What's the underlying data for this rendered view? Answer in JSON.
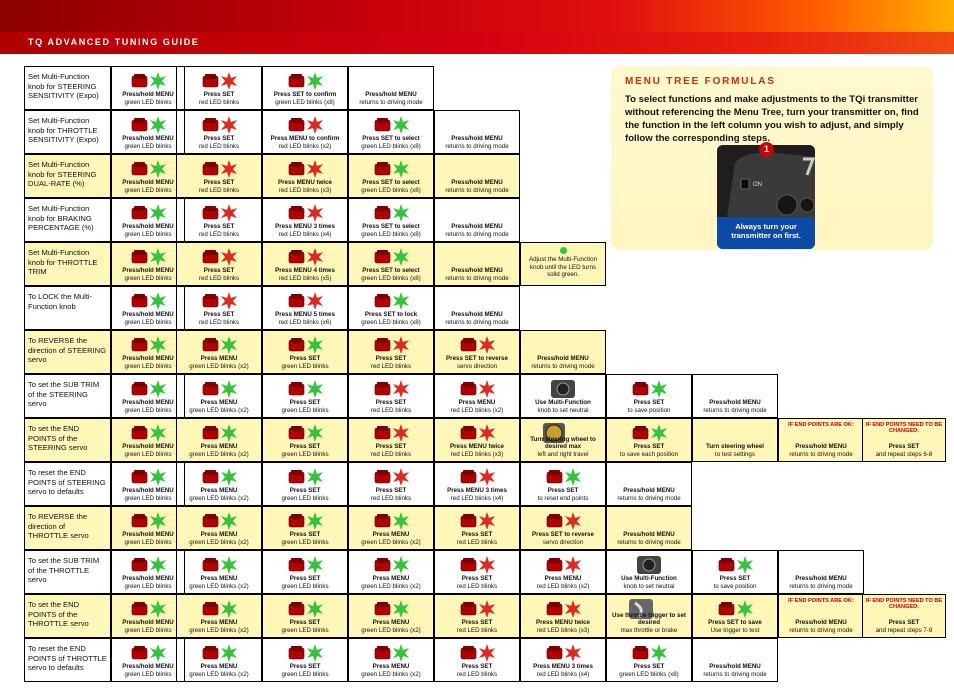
{
  "header": {
    "title": "TQ ADVANCED TUNING GUIDE"
  },
  "panel": {
    "title": "MENU TREE FORMULAS",
    "text": "To select functions and make adjustments to the TQi transmitter without referencing the Menu Tree, turn your transmitter on, find the function in the left column you wish to adjust, and simply follow the corresponding steps.",
    "step_number": "1",
    "photo_caption": "Always turn your transmitter on first.",
    "photo_label": "ON"
  },
  "colors": {
    "led_green": "#33c63a",
    "led_red": "#e02a20",
    "highlight": "#fff7b8",
    "accent": "#d22a0a"
  },
  "rows": [
    {
      "label": "Set Multi-Function knob for STEERING SENSITIVITY (Expo)",
      "yellow": false,
      "cells": [
        {
          "t1": "Press/hold MENU",
          "t2": "green LED blinks",
          "icon": "green"
        },
        {
          "t1": "Press SET",
          "t2": "red LED blinks",
          "icon": "red"
        },
        {
          "t1": "Press SET to confirm",
          "t2": "green LED blinks (x8)",
          "icon": "green"
        },
        {
          "t1": "Press/hold MENU",
          "t2": "returns to driving mode",
          "icon": "none"
        }
      ]
    },
    {
      "label": "Set Multi-Function knob for THROTTLE SENSITIVITY (Expo)",
      "yellow": false,
      "cells": [
        {
          "t1": "Press/hold MENU",
          "t2": "green LED blinks",
          "icon": "green"
        },
        {
          "t1": "Press SET",
          "t2": "red LED blinks",
          "icon": "red"
        },
        {
          "t1": "Press MENU to confirm",
          "t2": "red LED blinks (x2)",
          "icon": "red"
        },
        {
          "t1": "Press SET to select",
          "t2": "green LED blinks (x8)",
          "icon": "green"
        },
        {
          "t1": "Press/hold MENU",
          "t2": "returns to driving mode",
          "icon": "none"
        }
      ]
    },
    {
      "label": "Set Multi-Function knob for STEERING DUAL-RATE (%)",
      "yellow": true,
      "cells": [
        {
          "t1": "Press/hold MENU",
          "t2": "green LED blinks",
          "icon": "green"
        },
        {
          "t1": "Press SET",
          "t2": "red LED blinks",
          "icon": "red"
        },
        {
          "t1": "Press MENU twice",
          "t2": "red LED blinks (x3)",
          "icon": "red"
        },
        {
          "t1": "Press SET to select",
          "t2": "green LED blinks (x8)",
          "icon": "green"
        },
        {
          "t1": "Press/hold MENU",
          "t2": "returns to driving mode",
          "icon": "none"
        }
      ]
    },
    {
      "label": "Set Multi-Function knob for BRAKING PERCENTAGE (%)",
      "yellow": false,
      "cells": [
        {
          "t1": "Press/hold MENU",
          "t2": "green LED blinks",
          "icon": "green"
        },
        {
          "t1": "Press SET",
          "t2": "red LED blinks",
          "icon": "red"
        },
        {
          "t1": "Press MENU 3 times",
          "t2": "red LED blinks (x4)",
          "icon": "red"
        },
        {
          "t1": "Press SET to select",
          "t2": "green LED blinks (x8)",
          "icon": "green"
        },
        {
          "t1": "Press/hold MENU",
          "t2": "returns to driving mode",
          "icon": "none"
        }
      ]
    },
    {
      "label": "Set Multi-Function knob for THROTTLE TRIM",
      "yellow": true,
      "cells": [
        {
          "t1": "Press/hold MENU",
          "t2": "green LED blinks",
          "icon": "green"
        },
        {
          "t1": "Press SET",
          "t2": "red LED blinks",
          "icon": "red"
        },
        {
          "t1": "Press MENU 4 times",
          "t2": "red LED blinks (x5)",
          "icon": "red"
        },
        {
          "t1": "Press SET to select",
          "t2": "green LED blinks (x8)",
          "icon": "green"
        },
        {
          "t1": "Press/hold MENU",
          "t2": "returns to driving mode",
          "icon": "none"
        },
        {
          "note": "Adjust the Multi-Function knob until the LED turns solid green.",
          "icon": "dot"
        }
      ]
    },
    {
      "label": "To LOCK the Multi-Function knob",
      "yellow": false,
      "cells": [
        {
          "t1": "Press/hold MENU",
          "t2": "green LED blinks",
          "icon": "green"
        },
        {
          "t1": "Press SET",
          "t2": "red LED blinks",
          "icon": "red"
        },
        {
          "t1": "Press MENU 5 times",
          "t2": "red LED blinks (x6)",
          "icon": "red"
        },
        {
          "t1": "Press SET to lock",
          "t2": "green LED blinks (x8)",
          "icon": "green"
        },
        {
          "t1": "Press/hold MENU",
          "t2": "returns to driving mode",
          "icon": "none"
        }
      ]
    },
    {
      "label": "To REVERSE the direction of STEERING servo",
      "yellow": true,
      "cells": [
        {
          "t1": "Press/hold MENU",
          "t2": "green LED blinks",
          "icon": "green"
        },
        {
          "t1": "Press MENU",
          "t2": "green LED blinks (x2)",
          "icon": "green"
        },
        {
          "t1": "Press SET",
          "t2": "green LED blinks",
          "icon": "green"
        },
        {
          "t1": "Press SET",
          "t2": "red LED blinks",
          "icon": "red"
        },
        {
          "t1": "Press SET to reverse",
          "t2": "servo direction",
          "icon": "red"
        },
        {
          "t1": "Press/hold MENU",
          "t2": "returns to driving mode",
          "icon": "none"
        }
      ]
    },
    {
      "label": "To set the SUB TRIM of the STEERING servo",
      "yellow": false,
      "cells": [
        {
          "t1": "Press/hold MENU",
          "t2": "green LED blinks",
          "icon": "green"
        },
        {
          "t1": "Press MENU",
          "t2": "green LED blinks (x2)",
          "icon": "green"
        },
        {
          "t1": "Press SET",
          "t2": "green LED blinks",
          "icon": "green"
        },
        {
          "t1": "Press SET",
          "t2": "red LED blinks",
          "icon": "red"
        },
        {
          "t1": "Press MENU",
          "t2": "red LED blinks (x2)",
          "icon": "red"
        },
        {
          "t1": "Use Multi-Function",
          "t2": "knob to set neutral",
          "icon": "knob"
        },
        {
          "t1": "Press SET",
          "t2": "to save position",
          "icon": "green"
        },
        {
          "t1": "Press/hold MENU",
          "t2": "returns to driving mode",
          "icon": "none"
        }
      ]
    },
    {
      "label": "To set the END POINTS of the STEERING servo",
      "yellow": true,
      "cells": [
        {
          "t1": "Press/hold MENU",
          "t2": "green LED blinks",
          "icon": "green"
        },
        {
          "t1": "Press MENU",
          "t2": "green LED blinks (x2)",
          "icon": "green"
        },
        {
          "t1": "Press SET",
          "t2": "green LED blinks",
          "icon": "green"
        },
        {
          "t1": "Press SET",
          "t2": "red LED blinks",
          "icon": "red"
        },
        {
          "t1": "Press MENU  twice",
          "t2": "red LED blinks (x3)",
          "icon": "red"
        },
        {
          "t1": "Turn steering wheel to desired max",
          "t2": "left and right travel",
          "icon": "wheel"
        },
        {
          "t1": "Press SET",
          "t2": "to save each position",
          "icon": "green"
        },
        {
          "t1": "Turn steering wheel",
          "t2": "to test settings",
          "icon": "none"
        },
        {
          "warn": "IF END POINTS ARE OK:",
          "t1": "Press/hold MENU",
          "t2": "returns to driving mode",
          "icon": "none"
        },
        {
          "warn": "IF END POINTS NEED TO BE CHANGED:",
          "t1": "Press SET",
          "t2": "and repeat steps 6-8",
          "icon": "none"
        }
      ]
    },
    {
      "label": "To reset the END POINTS of STEERING servo to defaults",
      "yellow": false,
      "cells": [
        {
          "t1": "Press/hold MENU",
          "t2": "green LED blinks",
          "icon": "green"
        },
        {
          "t1": "Press MENU",
          "t2": "green LED blinks (x2)",
          "icon": "green"
        },
        {
          "t1": "Press SET",
          "t2": "green LED blinks",
          "icon": "green"
        },
        {
          "t1": "Press SET",
          "t2": "red LED blinks",
          "icon": "red"
        },
        {
          "t1": "Press MENU  3 times",
          "t2": "red LED blinks (x4)",
          "icon": "red"
        },
        {
          "t1": "Press SET",
          "t2": "to reset end points",
          "icon": "green"
        },
        {
          "t1": "Press/hold MENU",
          "t2": "returns to driving mode",
          "icon": "none"
        }
      ]
    },
    {
      "label": "To REVERSE the direction of THROTTLE servo",
      "yellow": true,
      "cells": [
        {
          "t1": "Press/hold MENU",
          "t2": "green LED blinks",
          "icon": "green"
        },
        {
          "t1": "Press MENU",
          "t2": "green LED blinks (x2)",
          "icon": "green"
        },
        {
          "t1": "Press SET",
          "t2": "green LED blinks",
          "icon": "green"
        },
        {
          "t1": "Press MENU",
          "t2": "green LED blinks (x2)",
          "icon": "green"
        },
        {
          "t1": "Press SET",
          "t2": "red LED blinks",
          "icon": "red"
        },
        {
          "t1": "Press SET to reverse",
          "t2": "servo direction",
          "icon": "red"
        },
        {
          "t1": "Press/hold MENU",
          "t2": "returns to driving mode",
          "icon": "none"
        }
      ]
    },
    {
      "label": "To set the SUB TRIM of the THROTTLE servo",
      "yellow": false,
      "cells": [
        {
          "t1": "Press/hold MENU",
          "t2": "green LED blinks",
          "icon": "green"
        },
        {
          "t1": "Press MENU",
          "t2": "green LED blinks (x2)",
          "icon": "green"
        },
        {
          "t1": "Press SET",
          "t2": "green LED blinks",
          "icon": "green"
        },
        {
          "t1": "Press MENU",
          "t2": "green LED blinks (x2)",
          "icon": "green"
        },
        {
          "t1": "Press SET",
          "t2": "red LED blinks",
          "icon": "red"
        },
        {
          "t1": "Press MENU",
          "t2": "red LED blinks (x2)",
          "icon": "red"
        },
        {
          "t1": "Use Multi-Function",
          "t2": "knob to set neutral",
          "icon": "knob"
        },
        {
          "t1": "Press SET",
          "t2": "to save position",
          "icon": "green"
        },
        {
          "t1": "Press/hold MENU",
          "t2": "returns to driving mode",
          "icon": "none"
        }
      ]
    },
    {
      "label": "To set the END POINTS of the THROTTLE servo",
      "yellow": true,
      "cells": [
        {
          "t1": "Press/hold MENU",
          "t2": "green LED blinks",
          "icon": "green"
        },
        {
          "t1": "Press MENU",
          "t2": "green LED blinks (x2)",
          "icon": "green"
        },
        {
          "t1": "Press SET",
          "t2": "green LED blinks",
          "icon": "green"
        },
        {
          "t1": "Press MENU",
          "t2": "green LED blinks (x2)",
          "icon": "green"
        },
        {
          "t1": "Press SET",
          "t2": "red LED blinks",
          "icon": "red"
        },
        {
          "t1": "Press MENU twice",
          "t2": "red LED blinks (x3)",
          "icon": "red"
        },
        {
          "t1": "Use throttle trigger to set desired",
          "t2": "max throttle or brake",
          "icon": "trigger"
        },
        {
          "t1": "Press SET to save",
          "t2": "Use trigger to test",
          "icon": "green"
        },
        {
          "warn": "IF END POINTS ARE OK:",
          "t1": "Press/hold MENU",
          "t2": "returns to driving mode",
          "icon": "none"
        },
        {
          "warn": "IF END POINTS NEED TO BE CHANGED:",
          "t1": "Press SET",
          "t2": "and repeat steps 7-9",
          "icon": "none"
        }
      ]
    },
    {
      "label": "To reset the END POINTS of THROTTLE servo to defaults",
      "yellow": false,
      "cells": [
        {
          "t1": "Press/hold MENU",
          "t2": "green LED blinks",
          "icon": "green"
        },
        {
          "t1": "Press MENU",
          "t2": "green LED blinks (x2)",
          "icon": "green"
        },
        {
          "t1": "Press SET",
          "t2": "green LED blinks",
          "icon": "green"
        },
        {
          "t1": "Press MENU",
          "t2": "green LED blinks (x2)",
          "icon": "green"
        },
        {
          "t1": "Press SET",
          "t2": "red LED blinks",
          "icon": "red"
        },
        {
          "t1": "Press MENU 3 times",
          "t2": "red LED blinks (x4)",
          "icon": "red"
        },
        {
          "t1": "Press SET",
          "t2": "green LED blinks (x8)",
          "icon": "green"
        },
        {
          "t1": "Press/hold MENU",
          "t2": "returns to driving mode",
          "icon": "none"
        }
      ]
    }
  ]
}
